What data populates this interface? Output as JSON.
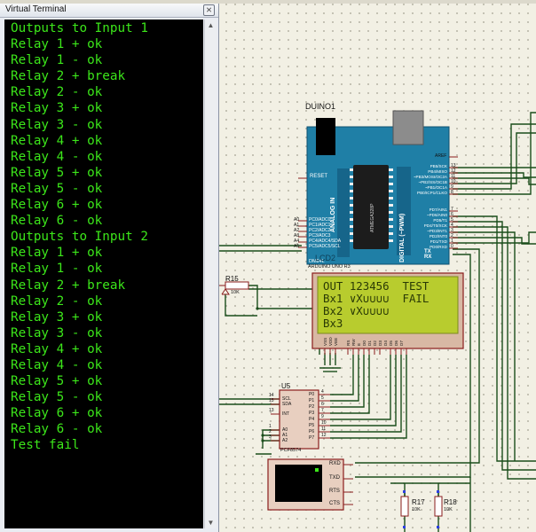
{
  "terminal": {
    "title": "Virtual Terminal",
    "close_glyph": "⨯",
    "lines": [
      "Outputs to Input 1",
      "Relay 1 + ok",
      "Relay 1 - ok",
      "Relay 2 + break",
      "Relay 2 - ok",
      "Relay 3 + ok",
      "Relay 3 - ok",
      "Relay 4 + ok",
      "Relay 4 - ok",
      "Relay 5 + ok",
      "Relay 5 - ok",
      "Relay 6 + ok",
      "Relay 6 - ok",
      "Outputs to Input 2",
      "Relay 1 + ok",
      "Relay 1 - ok",
      "Relay 2 + break",
      "Relay 2 - ok",
      "Relay 3 + ok",
      "Relay 3 - ok",
      "Relay 4 + ok",
      "Relay 4 - ok",
      "Relay 5 + ok",
      "Relay 5 - ok",
      "Relay 6 + ok",
      "Relay 6 - ok",
      "Test fail"
    ]
  },
  "schematic": {
    "arduino": {
      "ref": "DUINO1",
      "reset_label": "RESET",
      "analog_label": "ANALOG IN",
      "digital_label": "DIGITAL (~PWM)",
      "mcu_label": "ATMEGA328P",
      "part_label": "ARDUINO UNO R3",
      "aref": "AREF",
      "tx": "TX",
      "rx": "RX",
      "sub_label": "DM84L",
      "left_pins": [
        "PC0/ADC0",
        "PC1/ADC1",
        "PC2/ADC2",
        "PC3/ADC3",
        "PC4/ADC4/SDA",
        "PC5/ADC5/SCL"
      ],
      "left_pin_nums": [
        "A0",
        "A1",
        "A2",
        "A3",
        "A4",
        "A5"
      ],
      "right_pins_top": [
        "PB5/SCK",
        "PB4/MISO",
        "~PB3/MOSI/OC2A",
        "~PB2/SS/OC1B",
        "~PB1/OC1A",
        "PB0/ICP1/CLKO"
      ],
      "right_pins_top_nums": [
        "13",
        "12",
        "11",
        "10",
        "9",
        "8"
      ],
      "right_pins_bottom": [
        "PD7/AIN1",
        "~PD6/AIN0",
        "PD5/T1",
        "PD4/T0/XCK",
        "~PD3/INT1",
        "PD2/INT0",
        "PD1/TXD",
        "PD0/RXD"
      ],
      "right_pins_bottom_nums": [
        "7",
        "6",
        "5",
        "4",
        "3",
        "2",
        "1",
        "0"
      ]
    },
    "lcd": {
      "ref": "LCD2",
      "rows": [
        "OUT 123456  TEST",
        "Bx1 ∨X∪∪∪∪  FAIL",
        "Bx2 ∨X∪∪∪∪",
        "Bx3"
      ],
      "pin_labels": [
        "VSS",
        "VDD",
        "VEE",
        "RS",
        "RW",
        "E",
        "D0",
        "D1",
        "D2",
        "D3",
        "D4",
        "D5",
        "D6",
        "D7"
      ]
    },
    "pot": {
      "ref": "R15",
      "value": "10K"
    },
    "expander": {
      "ref": "U5",
      "part": "PCF8574",
      "left_pins": [
        "SCL",
        "SDA",
        "INT",
        "A0",
        "A1",
        "A2"
      ],
      "left_nums": [
        "14",
        "15",
        "13",
        "1",
        "2",
        "3"
      ],
      "right_pins": [
        "P0",
        "P1",
        "P2",
        "P3",
        "P4",
        "P5",
        "P6",
        "P7"
      ],
      "right_nums": [
        "4",
        "5",
        "6",
        "7",
        "9",
        "10",
        "11",
        "12"
      ]
    },
    "terminal_symbol": {
      "pins": [
        "RXD",
        "TXD",
        "RTS",
        "CTS"
      ]
    },
    "r17": {
      "ref": "R17",
      "value": "10K"
    },
    "r18": {
      "ref": "R18",
      "value": "10K"
    }
  },
  "colors": {
    "terminal_text": "#3ce61a",
    "terminal_bg": "#000000",
    "board": "#1f7fa6",
    "lcd_screen": "#b8cc2e",
    "wire": "#1b4d1b",
    "component_outline": "#8a1d1d"
  }
}
